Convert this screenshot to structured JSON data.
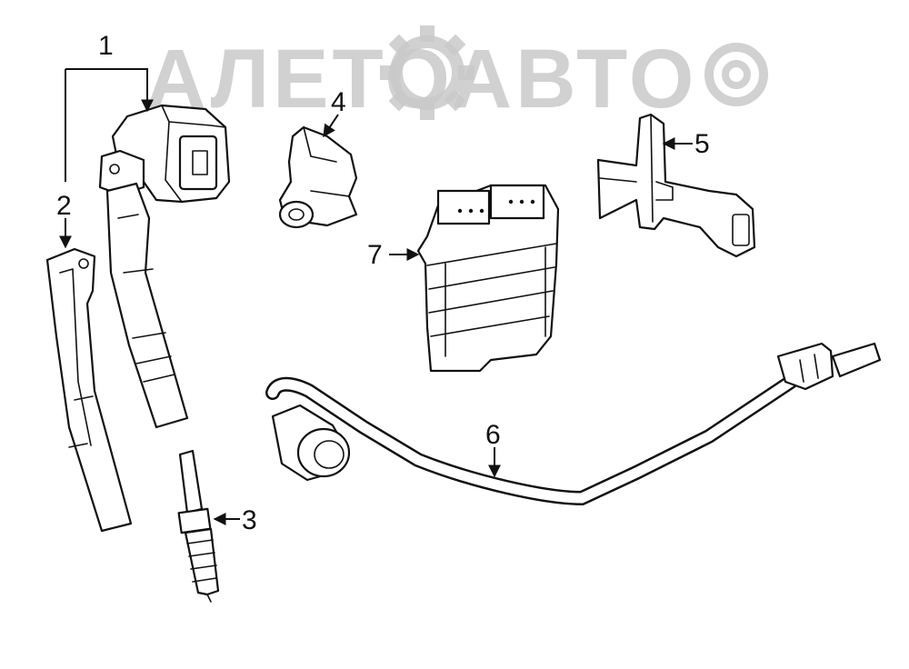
{
  "watermark": {
    "text": "АЛЕТОАВТО"
  },
  "callouts": {
    "c1": "1",
    "c2": "2",
    "c3": "3",
    "c4": "4",
    "c5": "5",
    "c6": "6",
    "c7": "7"
  }
}
